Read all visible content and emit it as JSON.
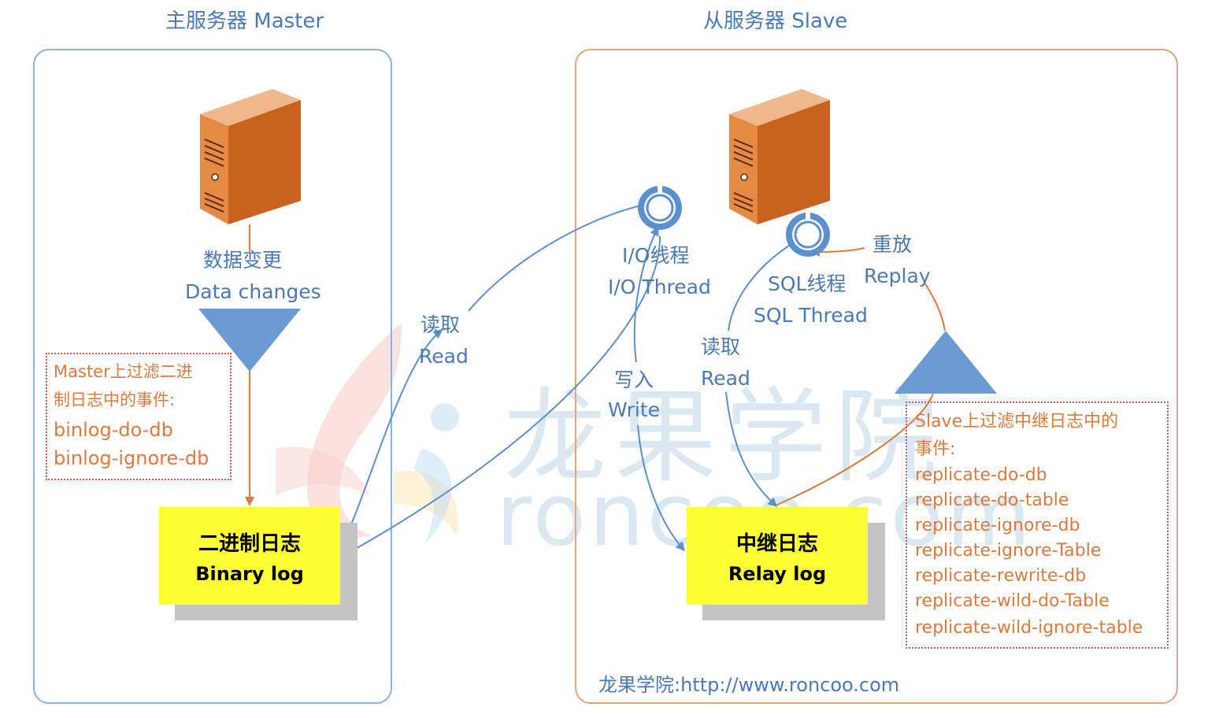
{
  "master": {
    "title": "主服务器 Master",
    "data_changes_zh": "数据变更",
    "data_changes_en": "Data changes",
    "filter_title_line1": "Master上过滤二进",
    "filter_title_line2": "制日志中的事件:",
    "filter_items": [
      "binlog-do-db",
      "binlog-ignore-db"
    ],
    "log_zh": "二进制日志",
    "log_en": "Binary log"
  },
  "slave": {
    "title": "从服务器 Slave",
    "io_zh": "I/O线程",
    "io_en": "I/O Thread",
    "sql_zh": "SQL线程",
    "sql_en": "SQL Thread",
    "replay_zh": "重放",
    "replay_en": "Replay",
    "write_zh": "写入",
    "write_en": "Write",
    "read_zh": "读取",
    "read_en": "Read",
    "filter_title_line1": "Slave上过滤中继日志中的",
    "filter_title_line2": "事件:",
    "filter_items": [
      "replicate-do-db",
      "replicate-do-table",
      "replicate-ignore-db",
      "replicate-ignore-Table",
      "replicate-rewrite-db",
      "replicate-wild-do-Table",
      "replicate-wild-ignore-table"
    ],
    "log_zh": "中继日志",
    "log_en": "Relay log"
  },
  "middle": {
    "read_zh": "读取",
    "read_en": "Read"
  },
  "watermark": {
    "zh": "龙果学院",
    "en": "roncoo.com"
  },
  "footer": "龙果学院:http://www.roncoo.com",
  "colors": {
    "blue": "#4a79b8",
    "arrow_blue": "#5b8fd0",
    "orange": "#e0783a",
    "yellow": "#ffff33",
    "server_orange": "#d9742b",
    "triangle": "#6a9bd2"
  },
  "icons": [
    "server-icon",
    "thread-gear-icon",
    "triangle-down-icon",
    "triangle-up-icon"
  ]
}
